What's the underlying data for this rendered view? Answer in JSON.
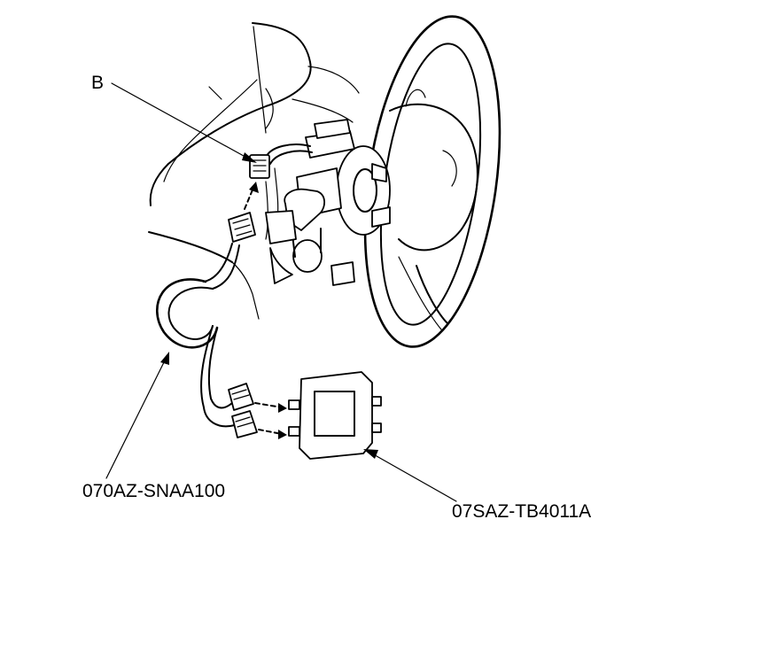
{
  "callouts": {
    "connector_b": "B",
    "harness_tool": "070AZ-SNAA100",
    "simulator_tool": "07SAZ-TB4011A"
  }
}
